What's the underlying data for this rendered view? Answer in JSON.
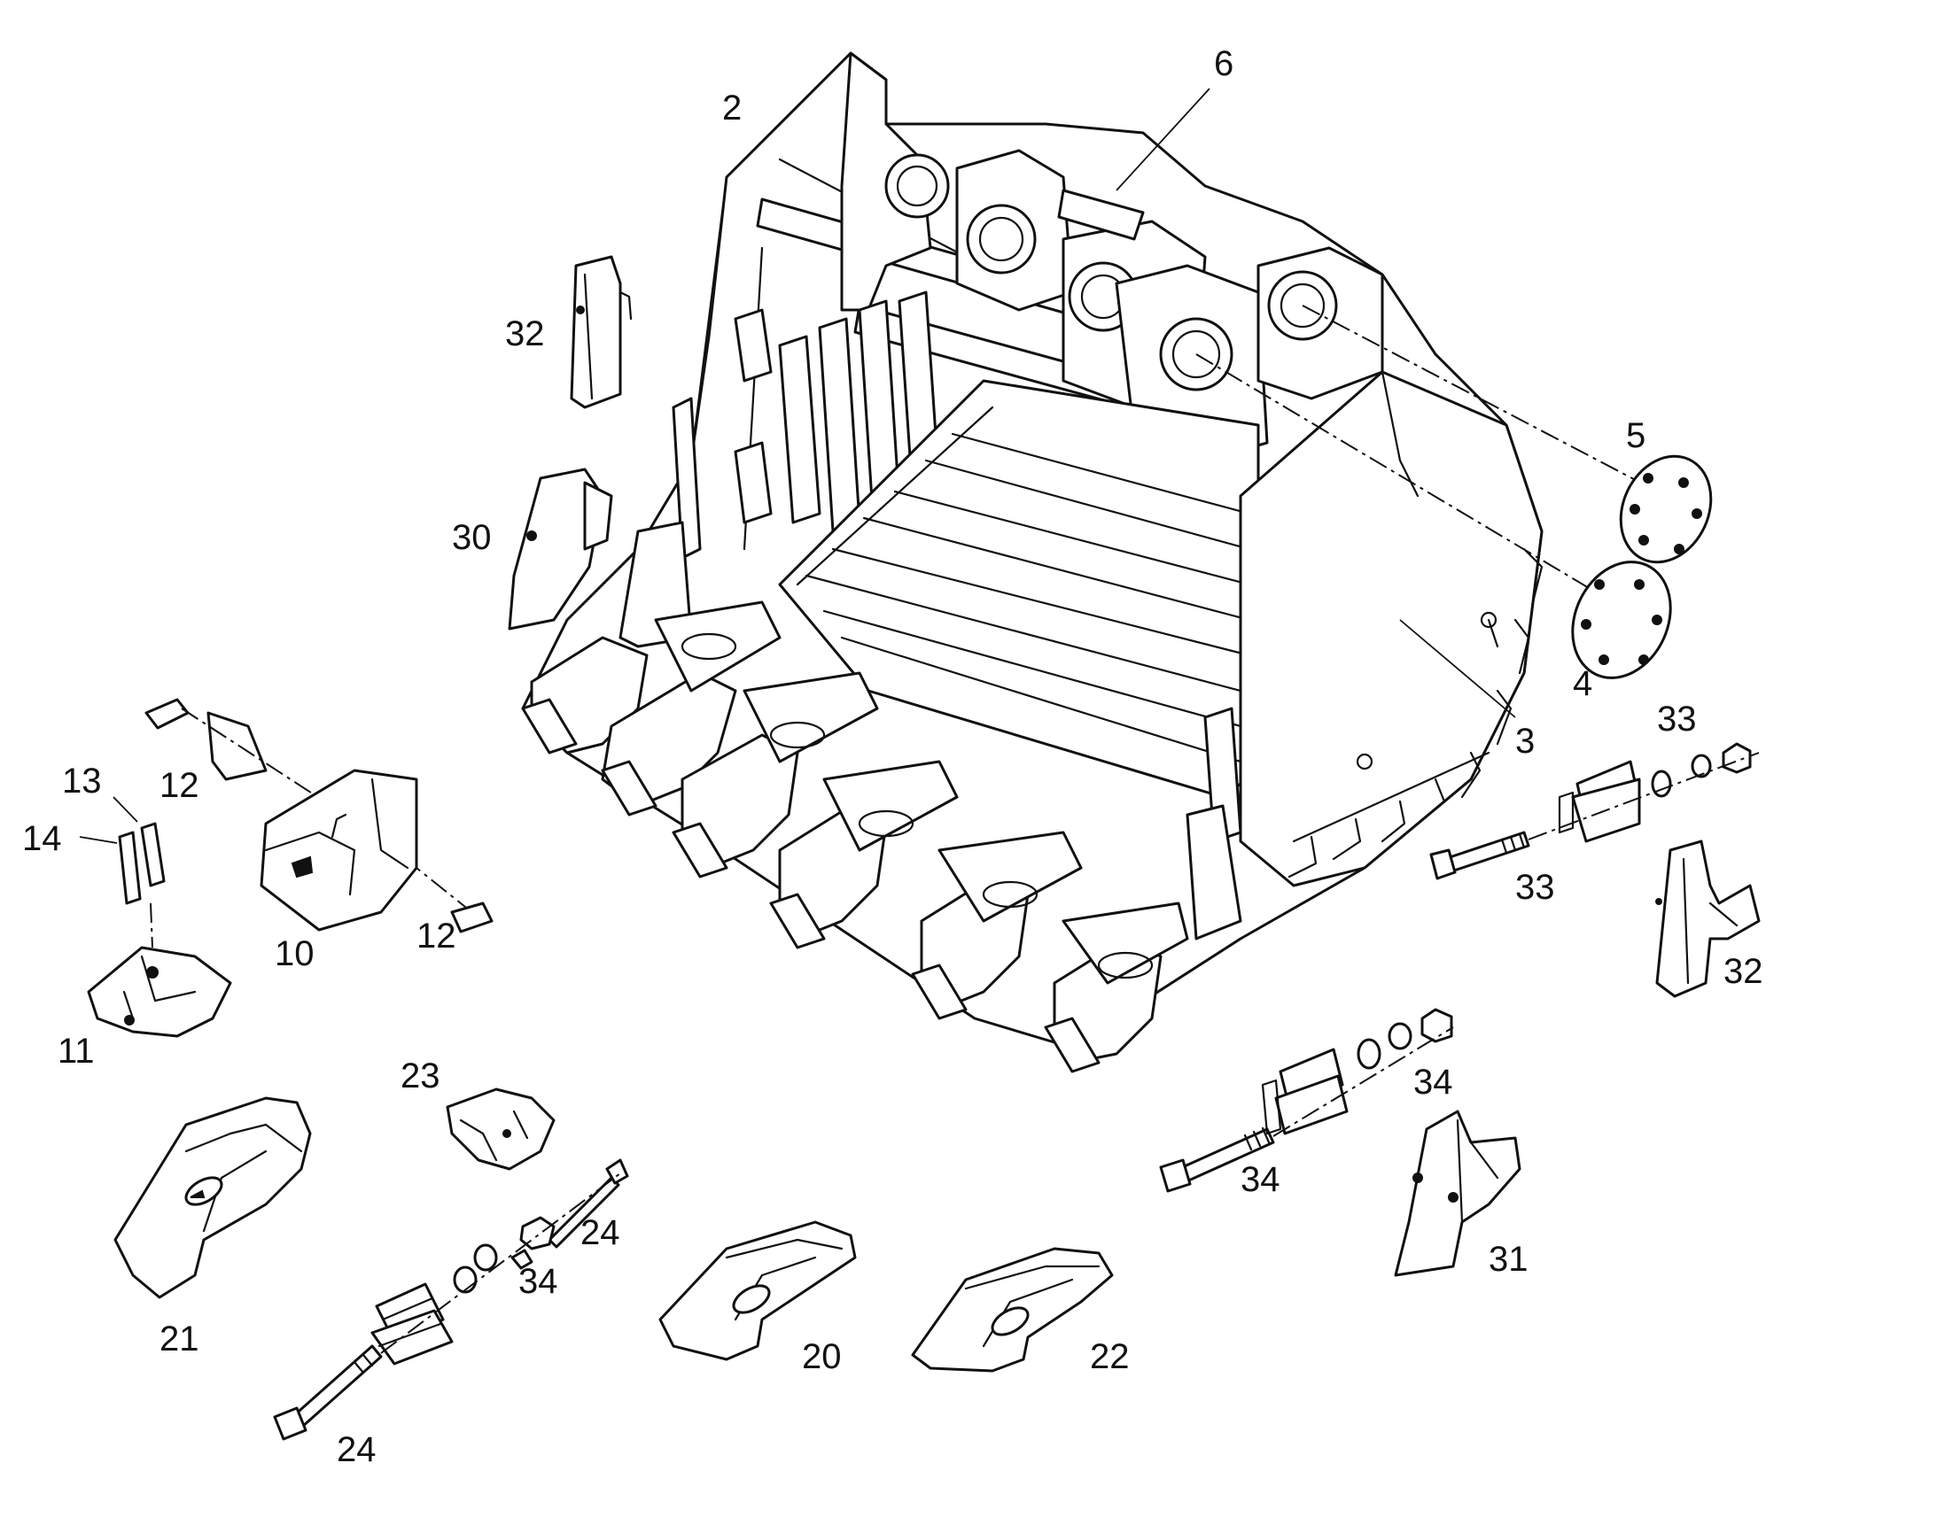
{
  "callouts": [
    {
      "id": "2",
      "text": "2"
    },
    {
      "id": "6",
      "text": "6"
    },
    {
      "id": "32a",
      "text": "32"
    },
    {
      "id": "30",
      "text": "30"
    },
    {
      "id": "5",
      "text": "5"
    },
    {
      "id": "4",
      "text": "4"
    },
    {
      "id": "3",
      "text": "3"
    },
    {
      "id": "33a",
      "text": "33"
    },
    {
      "id": "33b",
      "text": "33"
    },
    {
      "id": "32b",
      "text": "32"
    },
    {
      "id": "13",
      "text": "13"
    },
    {
      "id": "14",
      "text": "14"
    },
    {
      "id": "12a",
      "text": "12"
    },
    {
      "id": "12b",
      "text": "12"
    },
    {
      "id": "10",
      "text": "10"
    },
    {
      "id": "11",
      "text": "11"
    },
    {
      "id": "23",
      "text": "23"
    },
    {
      "id": "24a",
      "text": "24"
    },
    {
      "id": "34a",
      "text": "34"
    },
    {
      "id": "24b",
      "text": "24"
    },
    {
      "id": "21",
      "text": "21"
    },
    {
      "id": "20",
      "text": "20"
    },
    {
      "id": "22",
      "text": "22"
    },
    {
      "id": "34b",
      "text": "34"
    },
    {
      "id": "34c",
      "text": "34"
    },
    {
      "id": "31",
      "text": "31"
    }
  ],
  "colors": {
    "line": "#111111",
    "background": "#ffffff"
  }
}
